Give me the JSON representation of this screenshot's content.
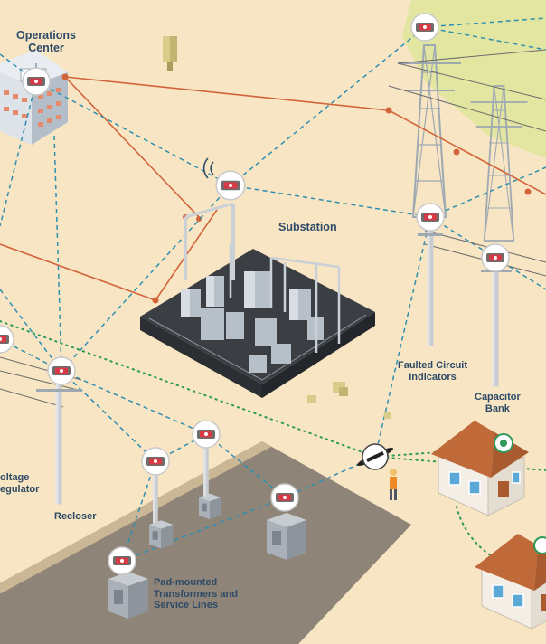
{
  "labels": {
    "operations_center_line1": "Operations",
    "operations_center_line2": "Center",
    "substation": "Substation",
    "faulted_line1": "Faulted Circuit",
    "faulted_line2": "Indicators",
    "capacitor_line1": "Capacitor",
    "capacitor_line2": "Bank",
    "voltage_line1": "oltage",
    "voltage_line2": "egulator",
    "recloser": "Recloser",
    "padmount_line1": "Pad-mounted",
    "padmount_line2": "Transformers and",
    "padmount_line3": "Service Lines"
  },
  "colors": {
    "background": "#f8e5c4",
    "label_text": "#2d4a66",
    "rf_mesh_link": "#2e8fb0",
    "fiber_link": "#d2643a",
    "service_link": "#2f9a5a",
    "sensor_red": "#d83a45",
    "ground_pad": "#8f8478",
    "roof": "#c06a3a"
  }
}
